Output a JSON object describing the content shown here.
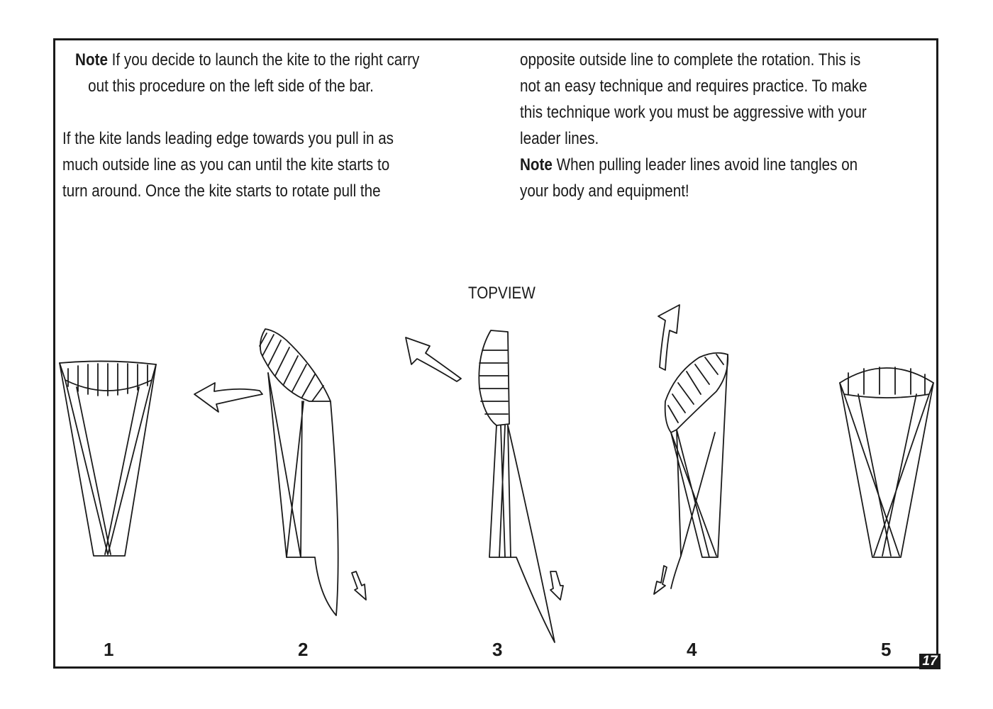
{
  "left_column": {
    "note_label": "Note",
    "note_line1": "If you decide to launch the kite to the right carry",
    "note_line2": "out this procedure on the left side of the bar.",
    "para_line1": "If the kite lands leading edge towards you pull in as",
    "para_line2": "much outside line as you can until the kite starts to",
    "para_line3": "turn around. Once the kite starts to rotate pull the"
  },
  "right_column": {
    "line1": "opposite outside line to complete the rotation. This is",
    "line2": "not an easy technique and requires practice. To make",
    "line3": "this technique work you must be aggressive with your",
    "line4": "leader lines.",
    "note_label": "Note",
    "note_line1": "When pulling leader lines avoid line tangles on",
    "note_line2": "your body and equipment!"
  },
  "figure": {
    "topview_label": "TOPVIEW",
    "steps": [
      "1",
      "2",
      "3",
      "4",
      "5"
    ]
  },
  "page_number": "17"
}
